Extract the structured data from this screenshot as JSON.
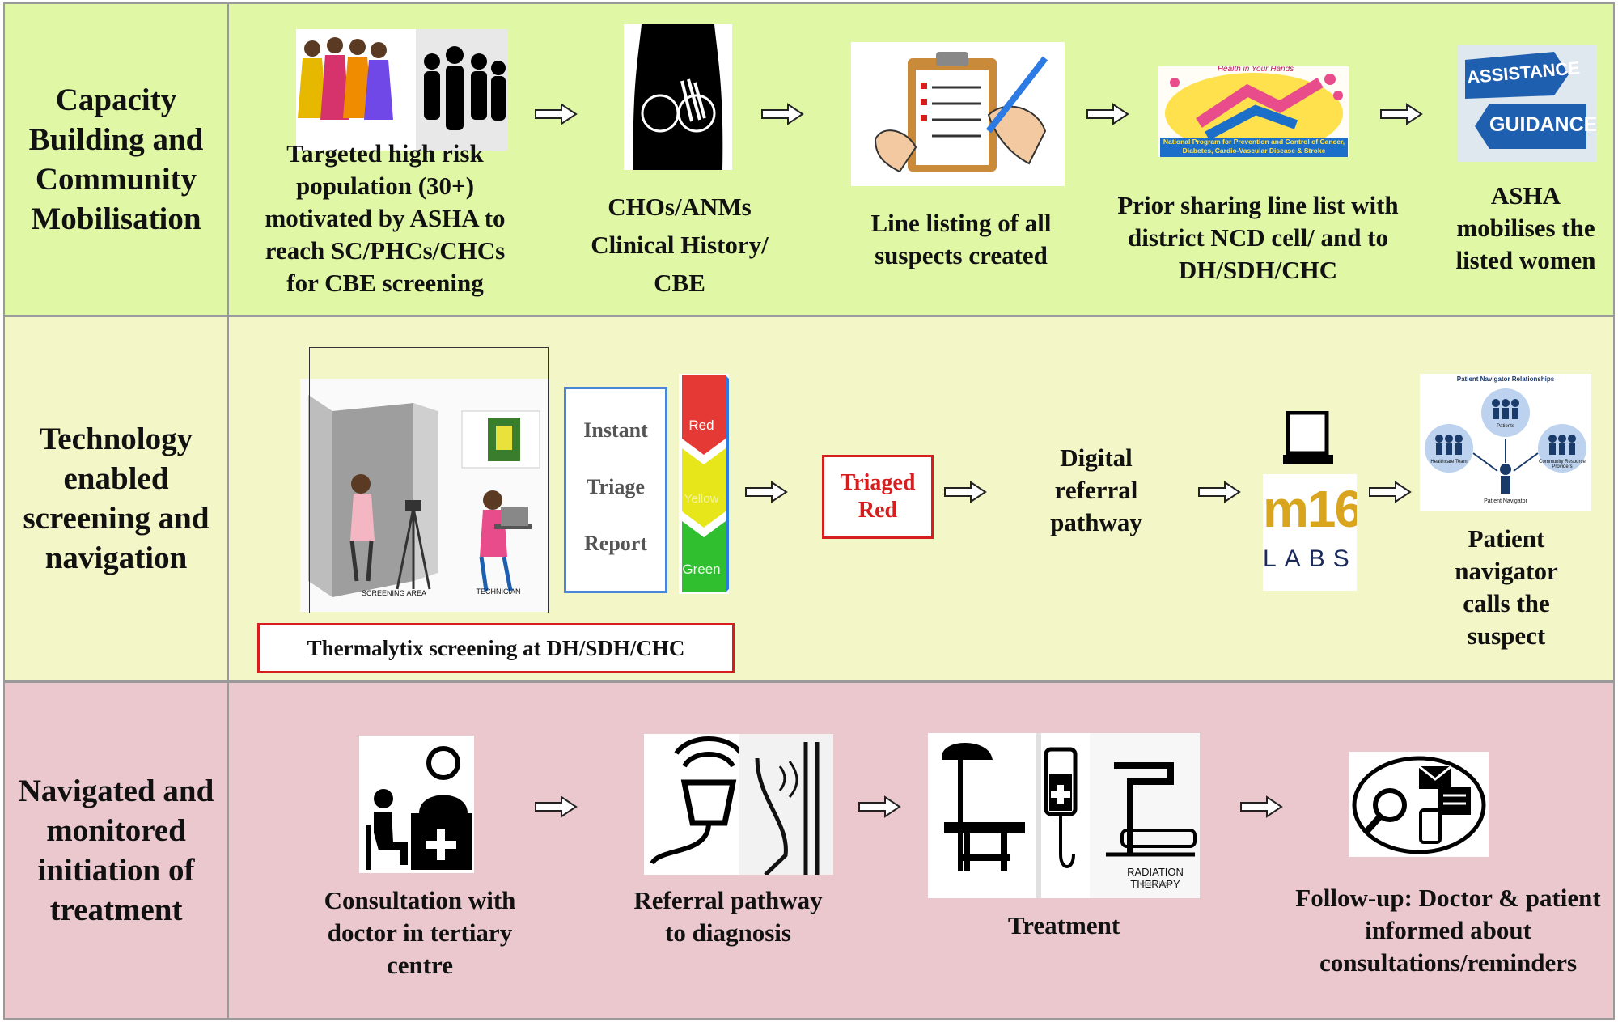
{
  "rows": [
    {
      "label": "Capacity Building and Community Mobilisation",
      "steps": [
        {
          "caption": "Targeted high risk population (30+) motivated by ASHA to reach SC/PHCs/CHCs for CBE screening",
          "icon": "women-group-icon"
        },
        {
          "caption": "CHOs/ANMs Clinical History/ CBE",
          "icon": "breast-exam-icon"
        },
        {
          "caption": "Line listing of all suspects created",
          "icon": "clipboard-icon"
        },
        {
          "caption": "Prior sharing line list with district NCD cell/ and to DH/SDH/CHC",
          "icon": "npcdcs-logo",
          "logo_text_top": "Health in Your Hands",
          "logo_text_bottom": "National Program for Prevention and Control of Cancer, Diabetes, Cardio-Vascular Disease & Stroke"
        },
        {
          "caption": "ASHA mobilises the listed women",
          "icon": "signpost-icon",
          "sign1": "ASSISTANCE",
          "sign2": "GUIDANCE"
        }
      ]
    },
    {
      "label": "Technology enabled screening and navigation",
      "screening_area": "SCREENING AREA",
      "technician": "TECHNICIAN",
      "screening_box": "Thermalytix screening at DH/SDH/CHC",
      "report_lines": [
        "Instant",
        "Triage",
        "Report"
      ],
      "triage_levels": [
        "Red",
        "Yellow",
        "Green"
      ],
      "triaged_red": "Triaged Red",
      "digital_referral": "Digital referral pathway",
      "m16": {
        "top": "m16",
        "bottom": "LABS"
      },
      "navigator": {
        "title": "Patient Navigator Relationships",
        "nodes": [
          "Patients",
          "Healthcare Team",
          "Community Resource Providers",
          "Patient Navigator"
        ],
        "caption": "Patient navigator calls the suspect"
      }
    },
    {
      "label": "Navigated and monitored initiation of treatment",
      "steps": [
        {
          "caption": "Consultation with doctor in tertiary centre",
          "icon": "doctor-consult-icon"
        },
        {
          "caption": "Referral pathway to diagnosis",
          "icon": "ultrasound-icon"
        },
        {
          "caption": "Treatment",
          "icon": "treatment-icon",
          "radiation": "RADIATION THERAPY",
          "vector": "vector icon"
        },
        {
          "caption": "Follow-up: Doctor & patient informed about consultations/reminders",
          "icon": "followup-icon"
        }
      ]
    }
  ],
  "colors": {
    "row1": "#e0f7a5",
    "row2": "#f3f6c6",
    "row3": "#ebc8cd",
    "alert": "#d61e1e",
    "report_border": "#4a86d8"
  }
}
